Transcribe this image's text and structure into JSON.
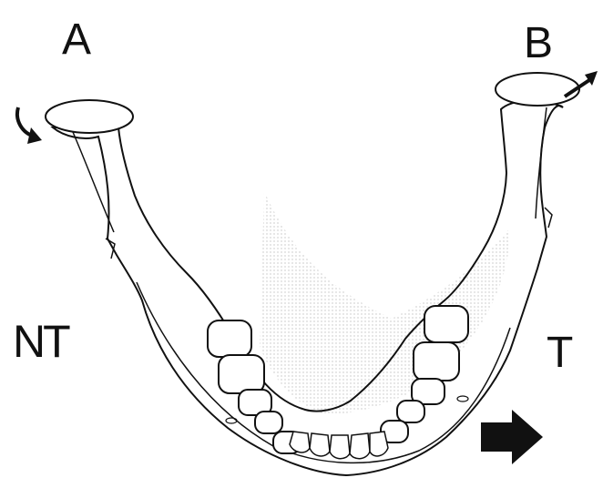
{
  "labels": {
    "a": "A",
    "b": "B",
    "nt": "NT",
    "t": "T"
  },
  "colors": {
    "line": "#111111",
    "fill": "#ffffff",
    "shade": "#cfcfcf"
  },
  "icons": {
    "curved_arrow_left": "curved-rotation-arrow",
    "arrow_right_condyle": "diagonal-arrow",
    "translation_arrow": "bold-right-arrow"
  }
}
